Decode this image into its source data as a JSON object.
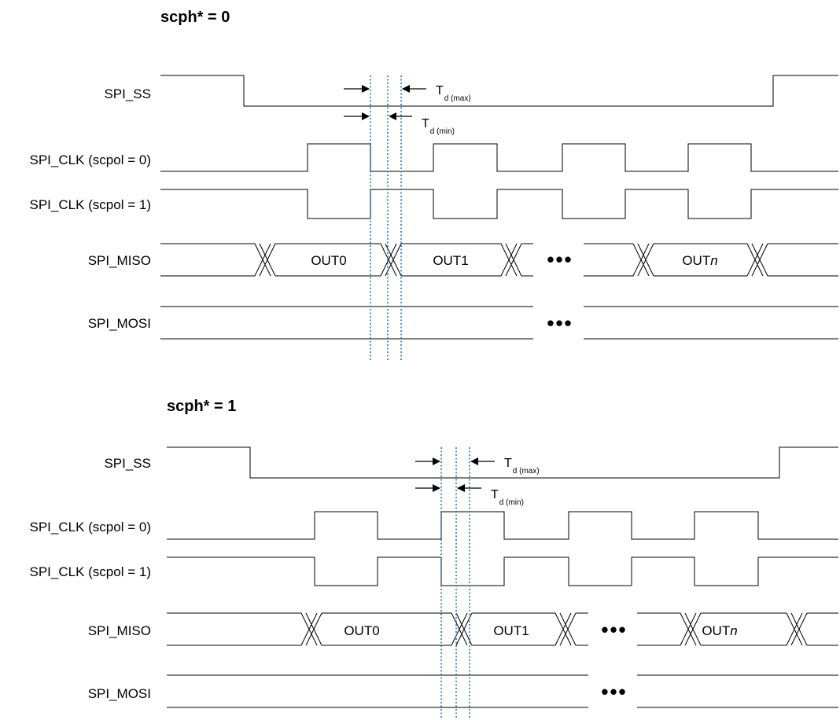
{
  "panels": [
    {
      "title": "scph* = 0",
      "signals": {
        "ss": "SPI_SS",
        "clk0": "SPI_CLK (scpol = 0)",
        "clk1": "SPI_CLK (scpol = 1)",
        "miso": "SPI_MISO",
        "mosi": "SPI_MOSI"
      },
      "bus_values": {
        "out0": "OUT0",
        "out1": "OUT1",
        "outn_prefix": "OUT",
        "outn_suffix": "n"
      },
      "ellipsis": "•••",
      "td_max": {
        "main": "T",
        "sub": "d (max)"
      },
      "td_min": {
        "main": "T",
        "sub": "d (min)"
      }
    },
    {
      "title": "scph* = 1",
      "signals": {
        "ss": "SPI_SS",
        "clk0": "SPI_CLK (scpol = 0)",
        "clk1": "SPI_CLK (scpol = 1)",
        "miso": "SPI_MISO",
        "mosi": "SPI_MOSI"
      },
      "bus_values": {
        "out0": "OUT0",
        "out1": "OUT1",
        "outn_prefix": "OUT",
        "outn_suffix": "n"
      },
      "ellipsis": "•••",
      "td_max": {
        "main": "T",
        "sub": "d (max)"
      },
      "td_min": {
        "main": "T",
        "sub": "d (min)"
      }
    }
  ]
}
